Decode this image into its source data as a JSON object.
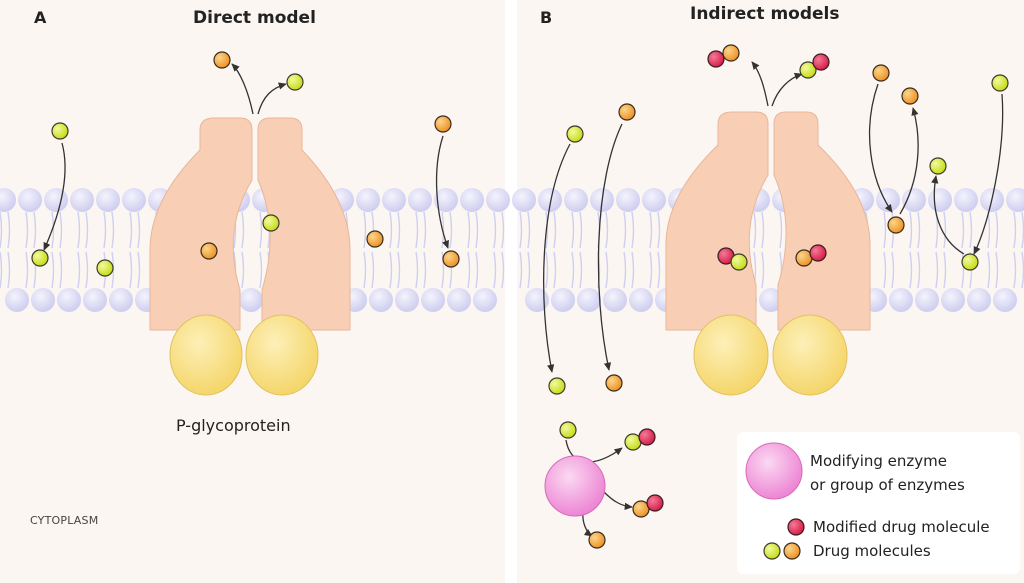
{
  "panel_a": {
    "letter": "A",
    "title": "Direct model",
    "protein_label": "P-glycoprotein",
    "compartment_label": "CYTOPLASM"
  },
  "panel_b": {
    "letter": "B",
    "title": "Indirect models"
  },
  "legend": {
    "enzyme": [
      "Modifying enzyme",
      "or group of enzymes"
    ],
    "modified": "Modified drug molecule",
    "drugs": "Drug molecules"
  },
  "colors": {
    "drug_yellow": "#d6ea3a",
    "drug_orange": "#f2a53c",
    "modified_red": "#e0325a",
    "enzyme_pink": "#f190d8",
    "protein_peach": "#f7cdb0",
    "nbd_yellow": "#f7dc7c",
    "membrane_lipid": "#d9d9f6"
  }
}
